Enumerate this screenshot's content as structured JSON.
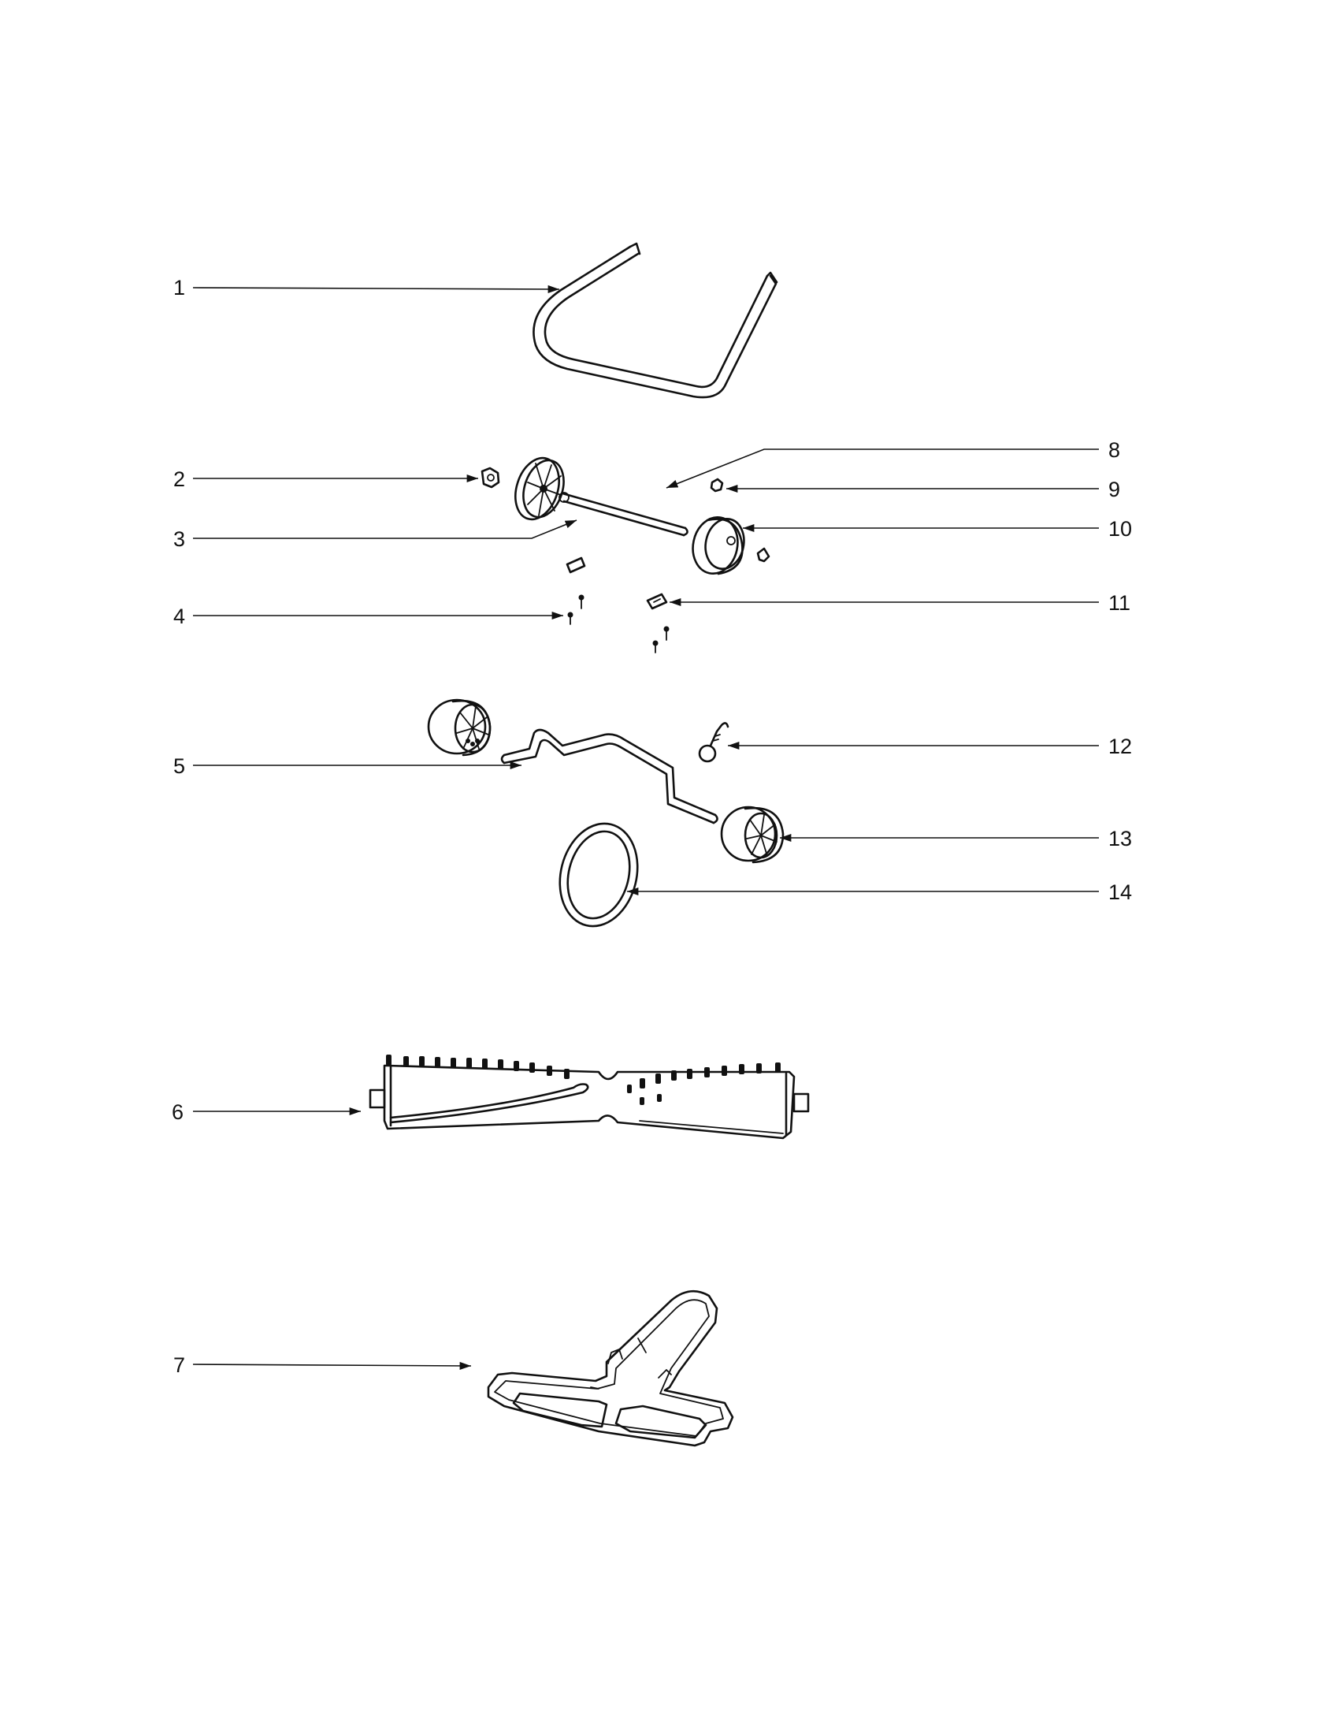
{
  "diagram": {
    "colors": {
      "ink": "#111111",
      "paper": "#ffffff"
    },
    "callouts": [
      {
        "id": "1",
        "label": "1"
      },
      {
        "id": "2",
        "label": "2"
      },
      {
        "id": "3",
        "label": "3"
      },
      {
        "id": "4",
        "label": "4"
      },
      {
        "id": "5",
        "label": "5"
      },
      {
        "id": "6",
        "label": "6"
      },
      {
        "id": "7",
        "label": "7"
      },
      {
        "id": "8",
        "label": "8"
      },
      {
        "id": "9",
        "label": "9"
      },
      {
        "id": "10",
        "label": "10"
      },
      {
        "id": "11",
        "label": "11"
      },
      {
        "id": "12",
        "label": "12"
      },
      {
        "id": "13",
        "label": "13"
      },
      {
        "id": "14",
        "label": "14"
      }
    ]
  }
}
